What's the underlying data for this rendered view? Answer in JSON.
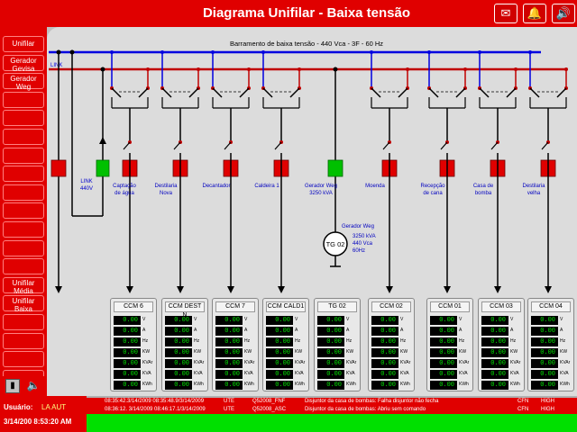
{
  "header": {
    "title": "Diagrama Unifilar - Baixa tensão",
    "btn_icons": [
      "envelope-icon",
      "bell-icon",
      "speaker-icon"
    ]
  },
  "sidebar": [
    {
      "lines": [
        "Unifilar"
      ]
    },
    {
      "lines": [
        "Gerador",
        "Gevisa"
      ]
    },
    {
      "lines": [
        "Gerador",
        "Weg"
      ]
    },
    {
      "lines": []
    },
    {
      "lines": []
    },
    {
      "lines": []
    },
    {
      "lines": []
    },
    {
      "lines": []
    },
    {
      "lines": []
    },
    {
      "lines": []
    },
    {
      "lines": []
    },
    {
      "lines": []
    },
    {
      "lines": []
    },
    {
      "lines": [
        "Unifilar",
        "Média"
      ]
    },
    {
      "lines": [
        "Unifilar",
        "Baixa"
      ]
    },
    {
      "lines": []
    },
    {
      "lines": []
    },
    {
      "lines": []
    },
    {
      "lines": []
    }
  ],
  "diagram": {
    "busbar_label": "Barramento de baixa tensão - 440 Vca - 3F - 60 Hz",
    "link_label": "LINK",
    "link_feeder": "LINK\n440V",
    "feeder_labels": [
      "Captação\nde água",
      "Destilaria\nNova",
      "Decantador",
      "Caldeira 1",
      "Gerador Weg\n3250 kVA",
      "Moenda",
      "Recepção\nde cana",
      "Casa de\nbomba",
      "Destilaria\nvelha"
    ],
    "generator": {
      "symbol": "TG 02",
      "name": "Gerador Weg",
      "specs": [
        "3250 kVA",
        "440 Vca",
        "60Hz"
      ]
    }
  },
  "colors": {
    "breaker_open": "#e00000",
    "breaker_closed": "#00c000",
    "bus_blue": "#0000e0",
    "bus_red": "#c00000"
  },
  "panels": [
    {
      "title": "CCM 6"
    },
    {
      "title": "CCM DEST N"
    },
    {
      "title": "CCM 7"
    },
    {
      "title": "CCM CALD1"
    },
    {
      "title": "TG 02"
    },
    {
      "title": "CCM 02"
    },
    {
      "title": "CCM 01"
    },
    {
      "title": "CCM 03"
    },
    {
      "title": "CCM 04"
    }
  ],
  "panel_rows": [
    {
      "value": "0.00",
      "unit": "V"
    },
    {
      "value": "0.00",
      "unit": "A"
    },
    {
      "value": "0.00",
      "unit": "Hz"
    },
    {
      "value": "0.00",
      "unit": "KW"
    },
    {
      "value": "0.00",
      "unit": "KVAr"
    },
    {
      "value": "0.00",
      "unit": "KVA"
    },
    {
      "value": "0.00",
      "unit": "KWh"
    }
  ],
  "status": {
    "user_label": "Usuário:",
    "user_value": "LA AUT",
    "datetime": "3/14/200  8:53:20 AM"
  },
  "alarms": [
    {
      "t1": "08:35:42.3/14/2009 08:35:48.9/3/14/2009",
      "area": "UTE",
      "tag": "Q52008_FNF",
      "msg": "Disjuntor da casa de bombas: Falha disjuntor não fecha",
      "user": "CFN",
      "prio": "HIGH"
    },
    {
      "t1": "08:36:12. 3/14/2009 08:46:17.1/3/14/2009",
      "area": "UTE",
      "tag": "Q52008_ASC",
      "msg": "Disjuntor da casa de bombas: Abriu sem comando",
      "user": "CFN",
      "prio": "HIGH"
    }
  ]
}
